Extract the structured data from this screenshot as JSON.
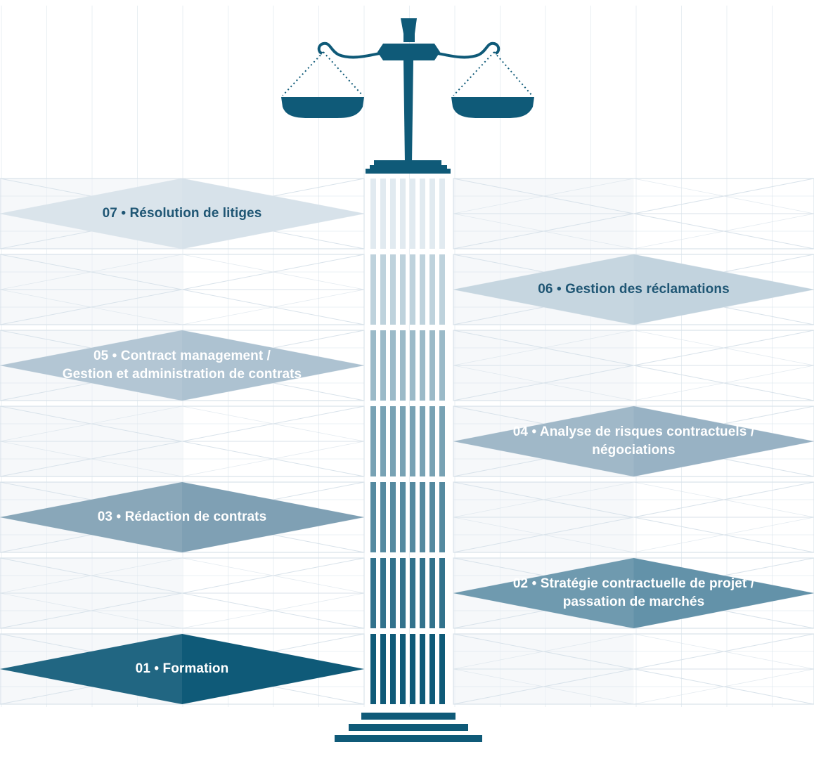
{
  "colors": {
    "primary": "#0f5a78",
    "grid_line": "#d8e2ea",
    "grid_fill": "#eef2f6",
    "column_light": "#eaf0f4"
  },
  "items": [
    {
      "side": "left",
      "level": 1,
      "lines": [
        "07 • Résolution de litiges"
      ],
      "fill": "#d7e2ea",
      "text_color": "#1f5674"
    },
    {
      "side": "right",
      "level": 2,
      "lines": [
        "06 • Gestion des réclamations"
      ],
      "fill": "#c2d3de",
      "text_color": "#1f5674"
    },
    {
      "side": "left",
      "level": 3,
      "lines": [
        "05 • Contract management /",
        "Gestion et administration de contrats"
      ],
      "fill": "#adc2d1",
      "text_color": "#ffffff"
    },
    {
      "side": "right",
      "level": 4,
      "lines": [
        "04 • Analyse de risques contractuels /",
        "négociations"
      ],
      "fill": "#98b2c4",
      "text_color": "#ffffff"
    },
    {
      "side": "left",
      "level": 5,
      "lines": [
        "03 • Rédaction de contrats"
      ],
      "fill": "#7fa0b4",
      "text_color": "#ffffff"
    },
    {
      "side": "right",
      "level": 6,
      "lines": [
        "02 • Stratégie contractuelle de projet /",
        "passation de marchés"
      ],
      "fill": "#6392a9",
      "text_color": "#ffffff"
    },
    {
      "side": "left",
      "level": 7,
      "lines": [
        "01 • Formation"
      ],
      "fill": "#0f5a78",
      "text_color": "#ffffff"
    }
  ]
}
